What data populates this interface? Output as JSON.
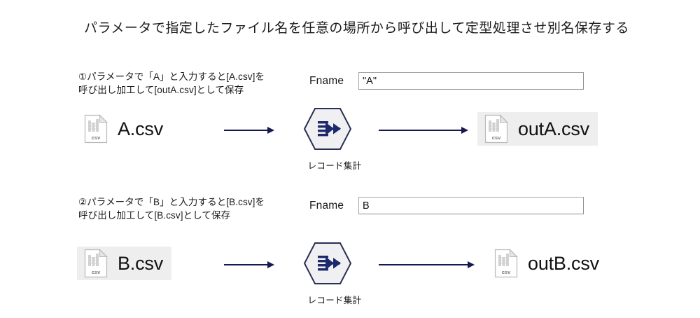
{
  "document": {
    "title": "パラメータで指定したファイル名を任意の場所から呼び出して定型処理させ別名保存する"
  },
  "colors": {
    "arrow": "#161a4e",
    "hexagon_border": "#2a2f55",
    "hexagon_fill": "#f0f0f2",
    "highlight": "#eeeeee",
    "text": "#1b1b1b",
    "input_border": "#a5a5a5"
  },
  "steps": [
    {
      "id": "step-1",
      "caption_line1": "①パラメータで「A」と入力すると[A.csv]を",
      "caption_line2": "呼び出し加工して[outA.csv]として保存",
      "field": {
        "label": "Fname",
        "value": "\"A\"",
        "placeholder": ""
      },
      "input_file": {
        "name": "A.csv",
        "icon_label": "csv",
        "highlighted": false
      },
      "process": {
        "label": "レコード集計",
        "icon": "record-aggregate-icon"
      },
      "output_file": {
        "name": "outA.csv",
        "icon_label": "csv",
        "highlighted": true
      }
    },
    {
      "id": "step-2",
      "caption_line1": "②パラメータで「B」と入力すると[B.csv]を",
      "caption_line2": "呼び出し加工して[B.csv]として保存",
      "field": {
        "label": "Fname",
        "value": "B",
        "placeholder": ""
      },
      "input_file": {
        "name": "B.csv",
        "icon_label": "csv",
        "highlighted": true
      },
      "process": {
        "label": "レコード集計",
        "icon": "record-aggregate-icon"
      },
      "output_file": {
        "name": "outB.csv",
        "icon_label": "csv",
        "highlighted": false
      }
    }
  ]
}
